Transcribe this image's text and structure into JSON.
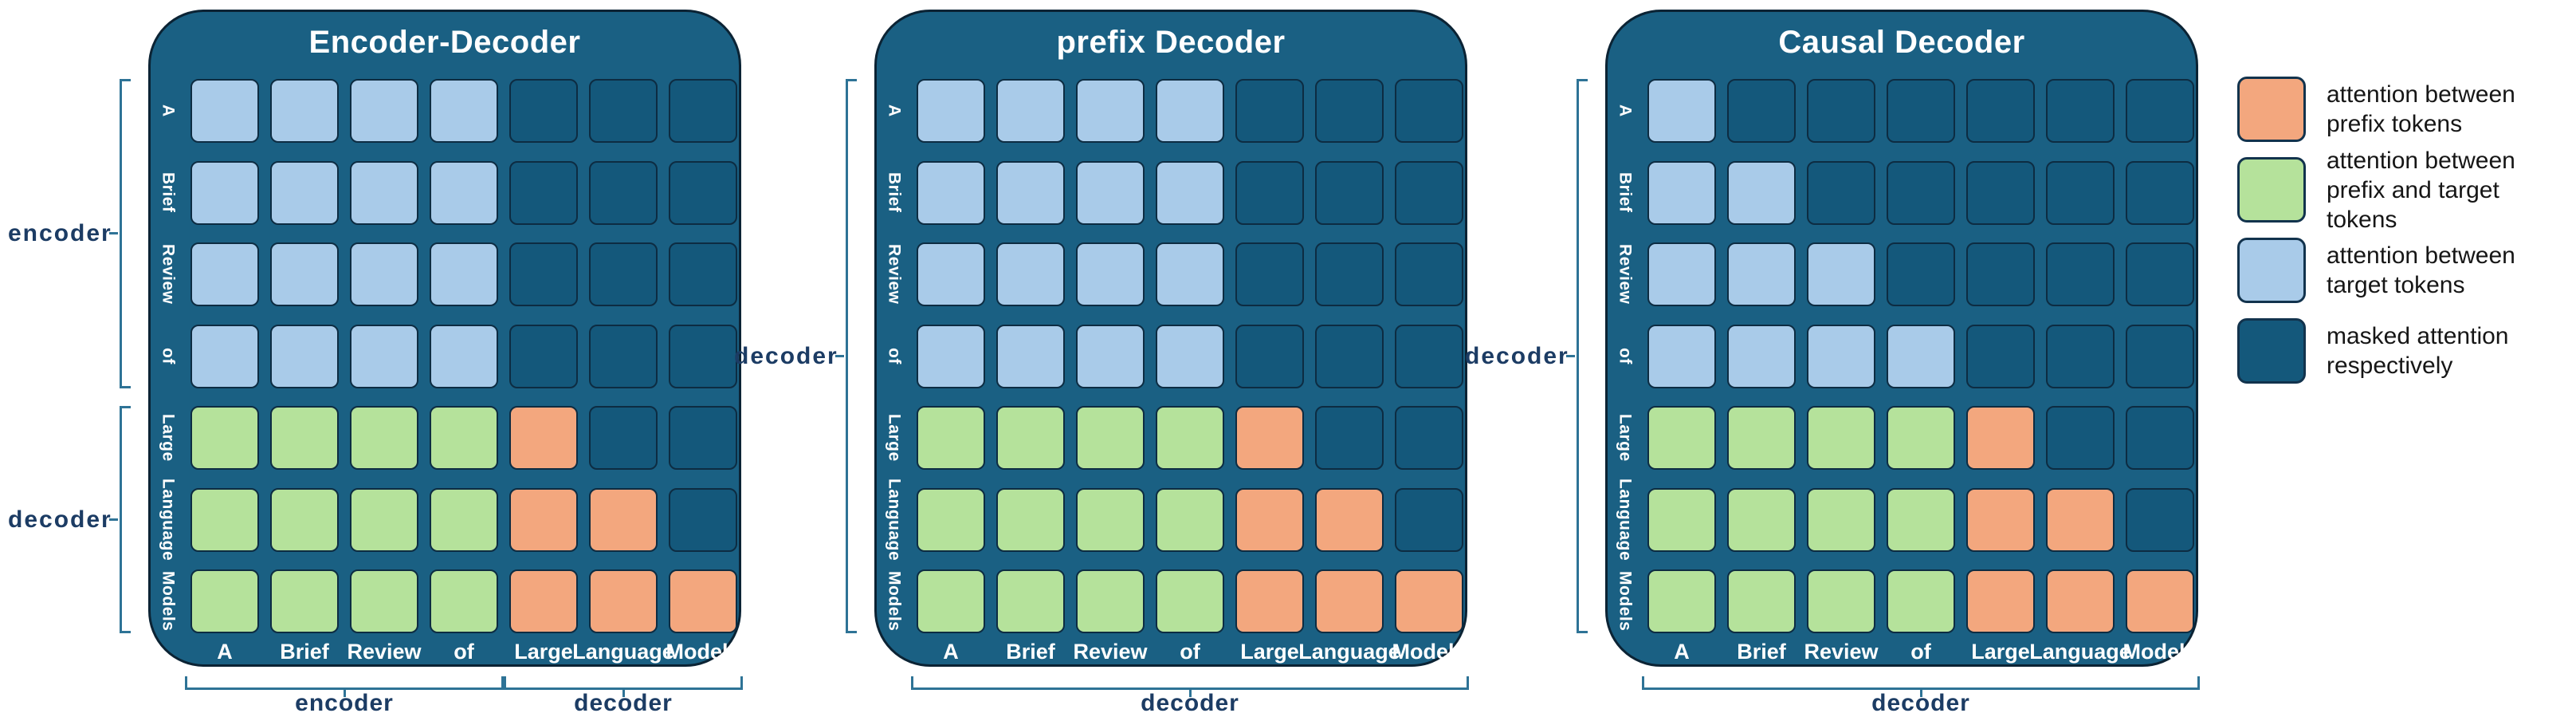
{
  "figure": {
    "background": "#FFFFFF",
    "description_note": ""
  },
  "colors": {
    "panel_bg": "#1A6083",
    "panel_border": "#0B2334",
    "cell_border": "#0D2C42",
    "bracket": "#2E7396",
    "bracket_label": "#1C3C64",
    "title_text": "#FFFFFF",
    "label_text": "#FFFFFF",
    "legend_text": "#161616",
    "cell": {
      "B": "#A9CBE9",
      "G": "#B5E29B",
      "O": "#F3A77E",
      "M": "#14587B"
    }
  },
  "panels": [
    {
      "title": "Encoder-Decoder",
      "row_labels": [
        "A",
        "Brief",
        "Review",
        "of",
        "Large",
        "Language",
        "Models"
      ],
      "col_labels": [
        "A",
        "Brief",
        "Review",
        "of",
        "Large",
        "Language",
        "Models"
      ],
      "grid": [
        "BBBBMMM",
        "BBBBMMM",
        "BBBBMMM",
        "BBBBMMM",
        "GGGGOMM",
        "GGGGOOM",
        "GGGGOOO"
      ],
      "side_brackets": [
        {
          "label": "encoder",
          "from": 0,
          "to": 3
        },
        {
          "label": "decoder",
          "from": 4,
          "to": 6
        }
      ],
      "bottom_brackets": [
        {
          "label": "encoder",
          "from": 0,
          "to": 3
        },
        {
          "label": "decoder",
          "from": 4,
          "to": 6
        }
      ]
    },
    {
      "title": "prefix Decoder",
      "row_labels": [
        "A",
        "Brief",
        "Review",
        "of",
        "Large",
        "Language",
        "Models"
      ],
      "col_labels": [
        "A",
        "Brief",
        "Review",
        "of",
        "Large",
        "Language",
        "Models"
      ],
      "grid": [
        "BBBBMMM",
        "BBBBMMM",
        "BBBBMMM",
        "BBBBMMM",
        "GGGGOMM",
        "GGGGOOM",
        "GGGGOOO"
      ],
      "side_brackets": [
        {
          "label": "decoder",
          "from": 0,
          "to": 6
        }
      ],
      "bottom_brackets": [
        {
          "label": "decoder",
          "from": 0,
          "to": 6
        }
      ]
    },
    {
      "title": "Causal Decoder",
      "row_labels": [
        "A",
        "Brief",
        "Review",
        "of",
        "Large",
        "Language",
        "Models"
      ],
      "col_labels": [
        "A",
        "Brief",
        "Review",
        "of",
        "Large",
        "Language",
        "Models"
      ],
      "grid": [
        "BMMMMMM",
        "BBMMMMM",
        "BBBMMMM",
        "BBBBMMM",
        "GGGGOMM",
        "GGGGOOM",
        "GGGGOOO"
      ],
      "side_brackets": [
        {
          "label": "decoder",
          "from": 0,
          "to": 6
        }
      ],
      "bottom_brackets": [
        {
          "label": "decoder",
          "from": 0,
          "to": 6
        }
      ]
    }
  ],
  "legend": {
    "items": [
      {
        "name": "prefix-attention",
        "color": "#F3A77E",
        "label": "attention between prefix tokens"
      },
      {
        "name": "prefix-target-attention",
        "color": "#B5E29B",
        "label": "attention between prefix and target tokens"
      },
      {
        "name": "target-attention",
        "color": "#A9CBE9",
        "label": "attention between target tokens"
      },
      {
        "name": "masked-attention",
        "color": "#14587B",
        "label": "masked attention respectively"
      }
    ]
  }
}
